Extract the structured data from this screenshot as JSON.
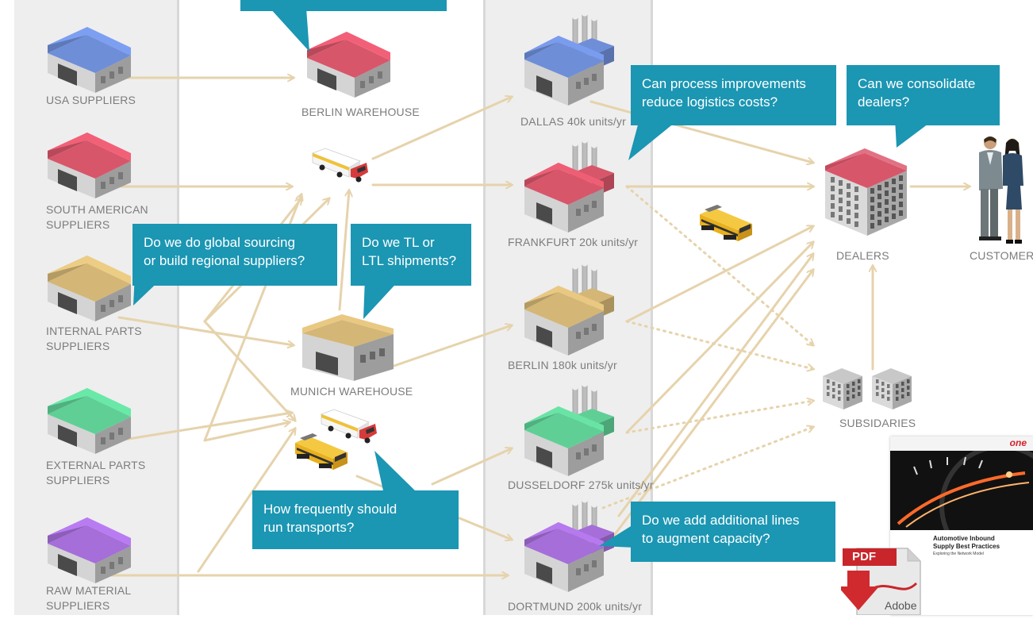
{
  "suppliers": [
    {
      "id": "usa",
      "lines": [
        "USA SUPPLIERS"
      ],
      "color": "#6f8ed8"
    },
    {
      "id": "south-american",
      "lines": [
        "SOUTH AMERICAN",
        "SUPPLIERS"
      ],
      "color": "#d8566a"
    },
    {
      "id": "internal-parts",
      "lines": [
        "INTERNAL PARTS",
        "SUPPLIERS"
      ],
      "color": "#d4b676"
    },
    {
      "id": "external-parts",
      "lines": [
        "EXTERNAL PARTS",
        "SUPPLIERS"
      ],
      "color": "#5fcf96"
    },
    {
      "id": "raw-material",
      "lines": [
        "RAW MATERIAL",
        "SUPPLIERS"
      ],
      "color": "#a56ed8"
    }
  ],
  "warehouses": [
    {
      "id": "berlin-warehouse",
      "label": "BERLIN WAREHOUSE",
      "color": "#d8566a"
    },
    {
      "id": "munich-warehouse",
      "label": "MUNICH WAREHOUSE",
      "color": "#d4b676"
    }
  ],
  "plants": [
    {
      "id": "dallas",
      "label": "DALLAS 40k units/yr",
      "color": "#6f8ed8"
    },
    {
      "id": "frankfurt",
      "label": "FRANKFURT 20k units/yr",
      "color": "#d8566a"
    },
    {
      "id": "berlin",
      "label": "BERLIN 180k units/yr",
      "color": "#d4b676"
    },
    {
      "id": "dusseldorf",
      "label": "DUSSELDORF 275k units/yr",
      "color": "#5fcf96"
    },
    {
      "id": "dortmund",
      "label": "DORTMUND 200k units/yr",
      "color": "#a56ed8"
    }
  ],
  "destinations": {
    "dealers": "DEALERS",
    "customers": "CUSTOMERS",
    "subsidiaries": "SUBSIDARIES"
  },
  "callouts": {
    "sourcing": [
      "Do we do global sourcing",
      "or build regional suppliers?"
    ],
    "shipments": [
      "Do we TL or",
      "LTL shipments?"
    ],
    "frequency": [
      "How frequently should",
      "run transports?"
    ],
    "process": [
      "Can process improvements",
      "reduce logistics costs?"
    ],
    "consolidate": [
      "Can we consolidate",
      "dealers?"
    ],
    "capacity": [
      "Do we add additional lines",
      "to augment capacity?"
    ]
  },
  "report": {
    "title_line1": "Automotive Inbound",
    "title_line2": "Supply Best Practices",
    "subtitle": "Exploring the Network Model",
    "brand": "one",
    "pdf_label": "PDF",
    "adobe_label": "Adobe"
  },
  "colors": {
    "callout": "#1b96b3",
    "flow": "#e6d3ac",
    "lane": "#eeeeee"
  }
}
